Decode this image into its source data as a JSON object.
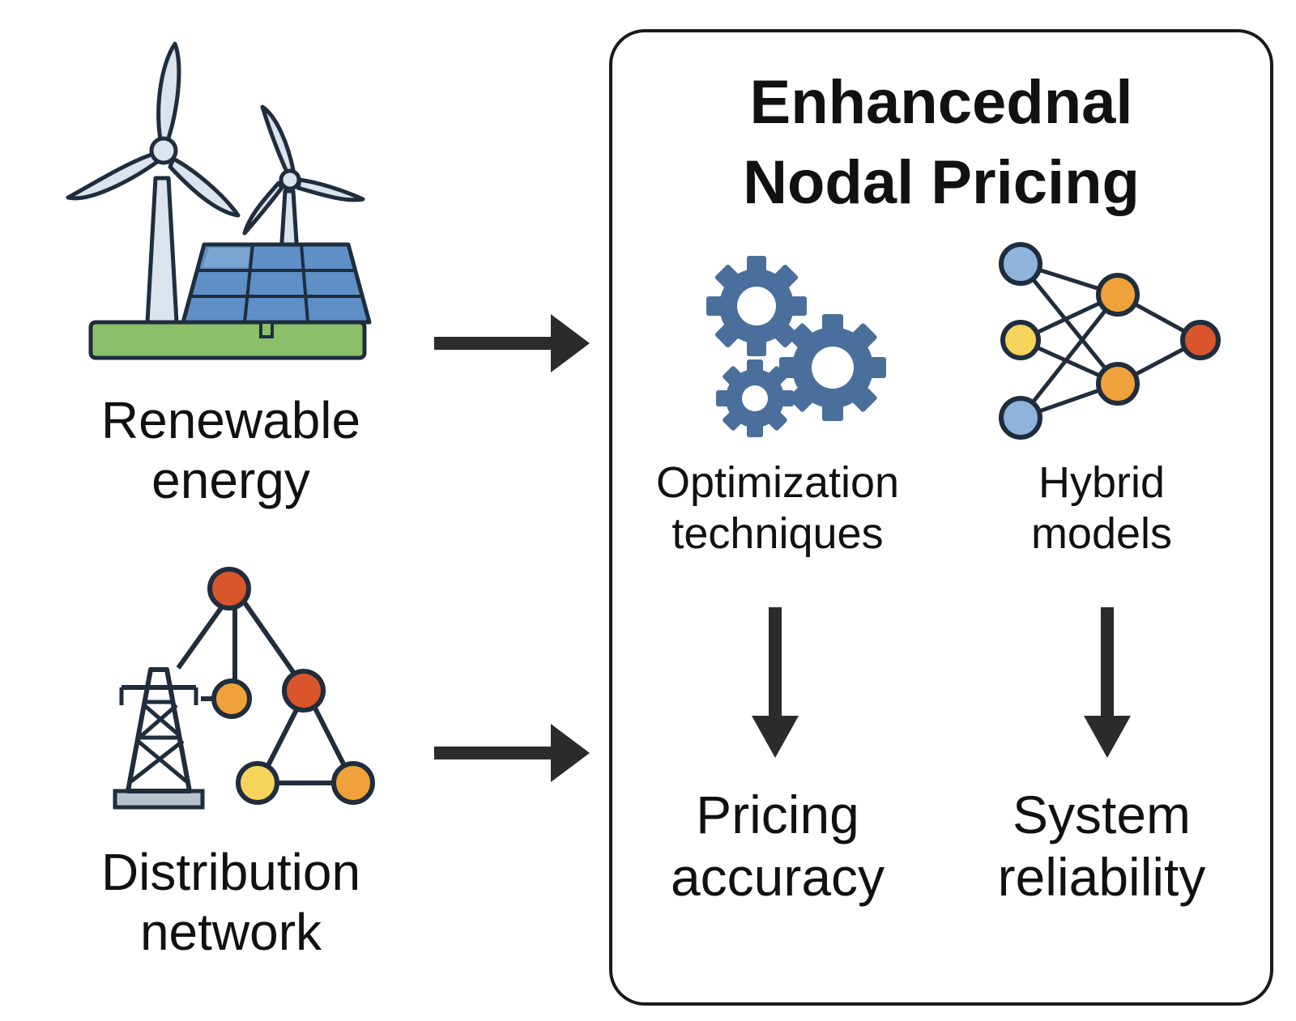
{
  "title": {
    "line1": "Enhancednal",
    "line2": "Nodal Pricing"
  },
  "inputs": {
    "renewable": {
      "line1": "Renewable",
      "line2": "energy",
      "icon": "wind-solar-icon"
    },
    "distribution": {
      "line1": "Distribution",
      "line2": "network",
      "icon": "transmission-network-icon"
    }
  },
  "methods": {
    "optimization": {
      "line1": "Optimization",
      "line2": "techniques",
      "icon": "gears-icon"
    },
    "hybrid": {
      "line1": "Hybrid",
      "line2": "models",
      "icon": "neural-network-icon"
    }
  },
  "outcomes": {
    "pricing": {
      "line1": "Pricing",
      "line2": "accuracy"
    },
    "reliability": {
      "line1": "System",
      "line2": "reliability"
    }
  },
  "colors": {
    "outline": "#1f2d3d",
    "blade": "#dbe3ec",
    "panel_blue": "#5e8fc6",
    "grass": "#8cbf6a",
    "gear": "#4a6f9c",
    "node_blue": "#8fb4dc",
    "node_yellow": "#f6d35b",
    "node_orange": "#f0a23a",
    "node_red": "#d9552b",
    "arrow": "#2b2b2b"
  }
}
